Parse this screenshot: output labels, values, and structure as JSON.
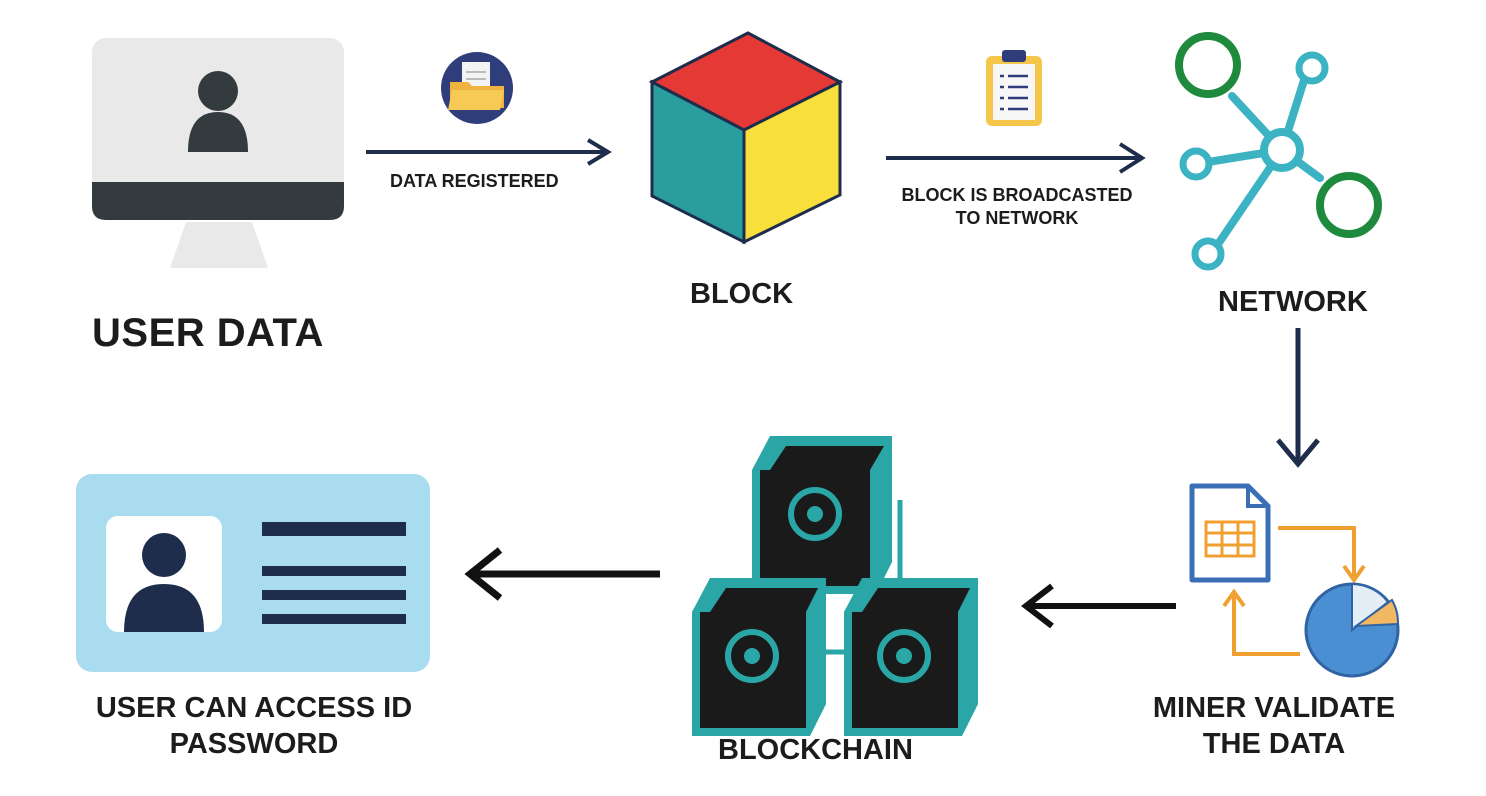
{
  "nodes": {
    "user_data": "USER DATA",
    "block": "BLOCK",
    "network": "NETWORK",
    "miner": [
      "MINER VALIDATE",
      "THE DATA"
    ],
    "blockchain": "BLOCKCHAIN",
    "user_access": [
      "USER CAN ACCESS ID",
      "PASSWORD"
    ]
  },
  "edges": {
    "data_registered": "DATA REGISTERED",
    "broadcast": [
      "BLOCK IS BROADCASTED",
      "TO NETWORK"
    ]
  },
  "icons": [
    "monitor-user-icon",
    "folder-document-icon",
    "cube-icon",
    "clipboard-icon",
    "network-nodes-icon",
    "spreadsheet-chart-icon",
    "blockchain-cubes-icon",
    "id-card-icon"
  ],
  "colors": {
    "navy": "#1f2d4d",
    "teal": "#3bb3c3",
    "green": "#1e8a3e",
    "red": "#e53935",
    "yellow": "#f9df3c",
    "cube_teal": "#2a9e9e",
    "card_blue": "#a9dcef",
    "dark": "#1a1a1a"
  }
}
